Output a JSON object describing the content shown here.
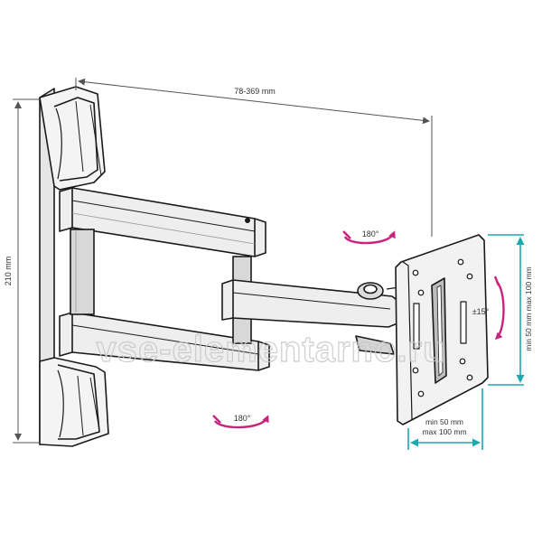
{
  "dimensions": {
    "width_label": "78-369 mm",
    "height_label": "210 mm",
    "vesa_vertical_label": "min 50 mm max 100 mm",
    "vesa_horizontal_min": "min 50 mm",
    "vesa_horizontal_max": "max 100 mm"
  },
  "rotation": {
    "swivel_top": "180°",
    "swivel_bottom": "180°",
    "tilt": "±15°"
  },
  "watermark": "vse-elementarno.ru",
  "colors": {
    "dimension_line": "#555555",
    "vesa_arrow": "#1aa9b0",
    "rotation_arrow": "#c8237e",
    "line_art": "#1a1a1a",
    "panel_fill": "#e6e6e6",
    "panel_shade": "#9a9a9a"
  }
}
